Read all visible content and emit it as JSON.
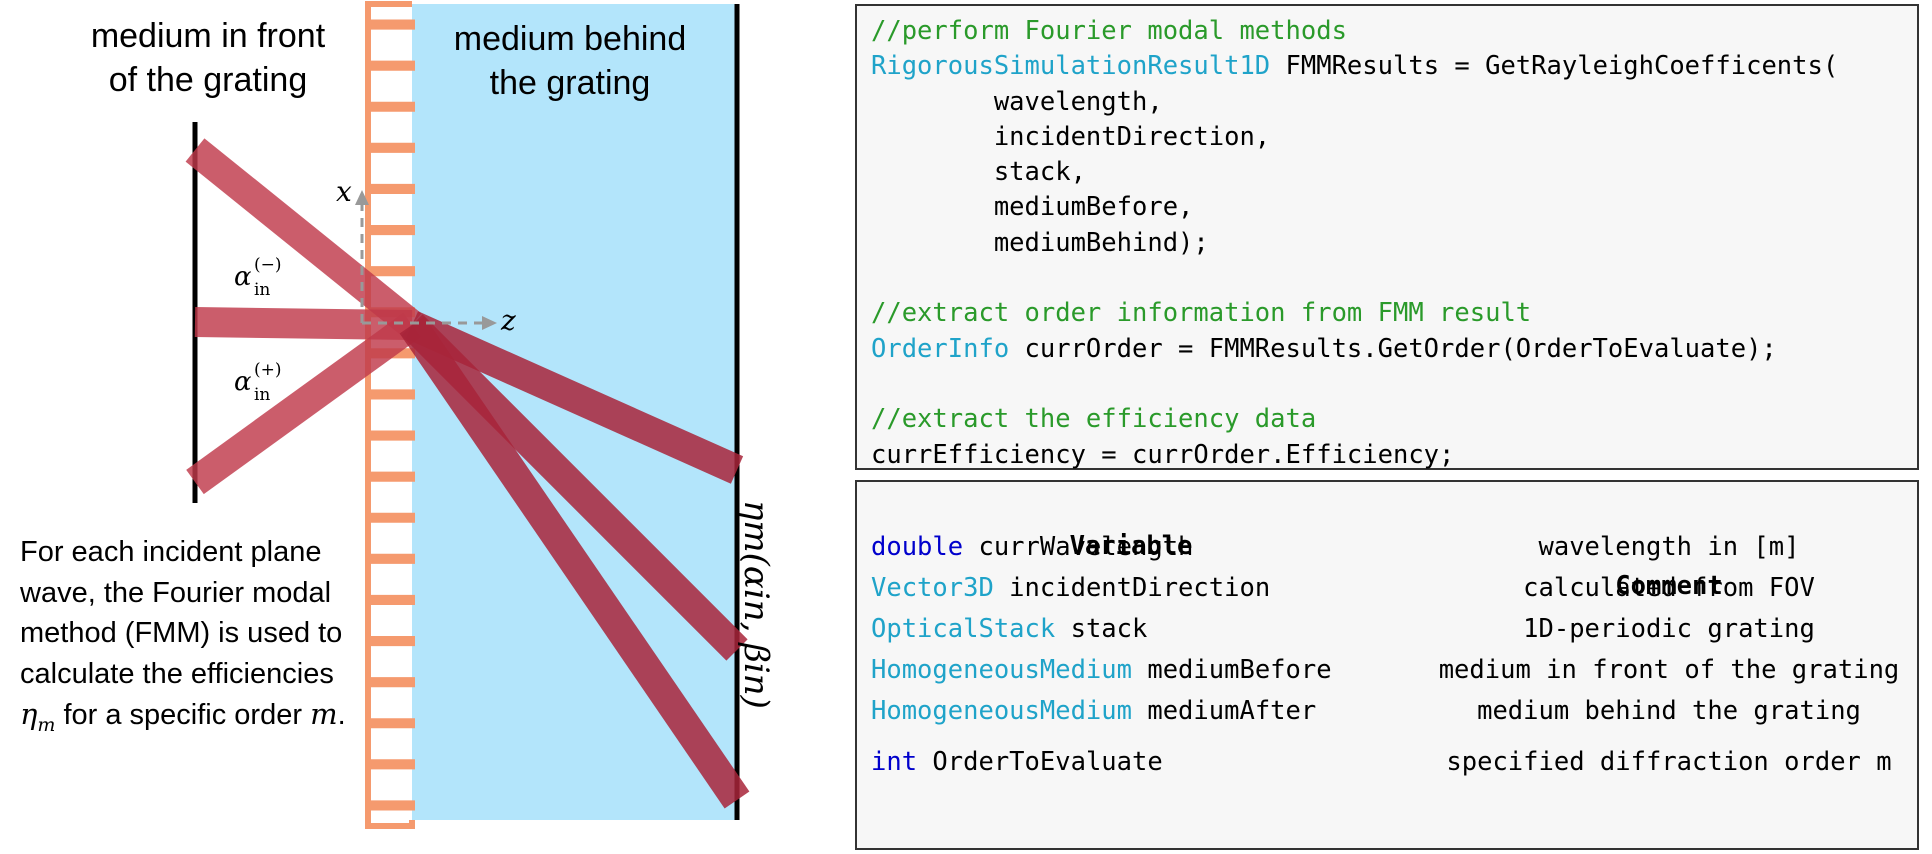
{
  "diagram": {
    "label_front": [
      "medium in front",
      "of the grating"
    ],
    "label_behind": [
      "medium behind",
      "the grating"
    ],
    "axis_x": "x",
    "axis_z": "z",
    "alpha_minus": "α",
    "alpha_minus_sub": "in",
    "alpha_minus_sup": "(−)",
    "alpha_plus": "α",
    "alpha_plus_sub": "in",
    "alpha_plus_sup": "(+)",
    "eta_label": "ηm(αin, βin)",
    "colors": {
      "medium_behind": "#b3e5fb",
      "grating": "#f59a6e",
      "beam": "#c0394a"
    },
    "description": {
      "p1": "For each incident plane wave, the Fourier modal method (FMM) is used to calculate the efficiencies ",
      "eta": "η",
      "eta_sub": "m",
      "p2": " for a specific order ",
      "m": "m",
      "p3": "."
    }
  },
  "code": [
    {
      "segs": [
        {
          "t": "//perform Fourier modal methods",
          "c": "comment"
        }
      ]
    },
    {
      "segs": [
        {
          "t": "RigorousSimulationResult1D",
          "c": "type"
        },
        {
          "t": " FMMResults = GetRayleighCoefficents(",
          "c": "plain"
        }
      ]
    },
    {
      "segs": [
        {
          "t": "        wavelength,",
          "c": "plain"
        }
      ]
    },
    {
      "segs": [
        {
          "t": "        incidentDirection,",
          "c": "plain"
        }
      ]
    },
    {
      "segs": [
        {
          "t": "        stack,",
          "c": "plain"
        }
      ]
    },
    {
      "segs": [
        {
          "t": "        mediumBefore,",
          "c": "plain"
        }
      ]
    },
    {
      "segs": [
        {
          "t": "        mediumBehind);",
          "c": "plain"
        }
      ]
    },
    {
      "segs": [
        {
          "t": "",
          "c": "plain"
        }
      ]
    },
    {
      "segs": [
        {
          "t": "//extract order information from FMM result",
          "c": "comment"
        }
      ]
    },
    {
      "segs": [
        {
          "t": "OrderInfo",
          "c": "type"
        },
        {
          "t": " currOrder = FMMResults.GetOrder(OrderToEvaluate);",
          "c": "plain"
        }
      ]
    },
    {
      "segs": [
        {
          "t": "",
          "c": "plain"
        }
      ]
    },
    {
      "segs": [
        {
          "t": "//extract the efficiency data",
          "c": "comment"
        }
      ]
    },
    {
      "segs": [
        {
          "t": "currEfficiency = currOrder.Efficiency;",
          "c": "plain"
        }
      ]
    }
  ],
  "table": {
    "header": [
      "Variable",
      "Comment"
    ],
    "rows": [
      {
        "type": "double",
        "type_color": "blue",
        "name": " currWavelength",
        "comment": "wavelength in [m]"
      },
      {
        "type": "Vector3D",
        "type_color": "cyan",
        "name": " incidentDirection",
        "comment": "calculated from FOV"
      },
      {
        "type": "OpticalStack",
        "type_color": "cyan",
        "name": " stack",
        "comment": "1D-periodic grating"
      },
      {
        "type": "HomogeneousMedium",
        "type_color": "cyan",
        "name": " mediumBefore",
        "comment": "medium in front of the grating"
      },
      {
        "type": "HomogeneousMedium",
        "type_color": "cyan",
        "name": " mediumAfter",
        "comment": "medium behind the grating"
      },
      {
        "type": "int",
        "type_color": "blue",
        "name": " OrderToEvaluate",
        "comment": "specified diffraction order m"
      }
    ]
  }
}
